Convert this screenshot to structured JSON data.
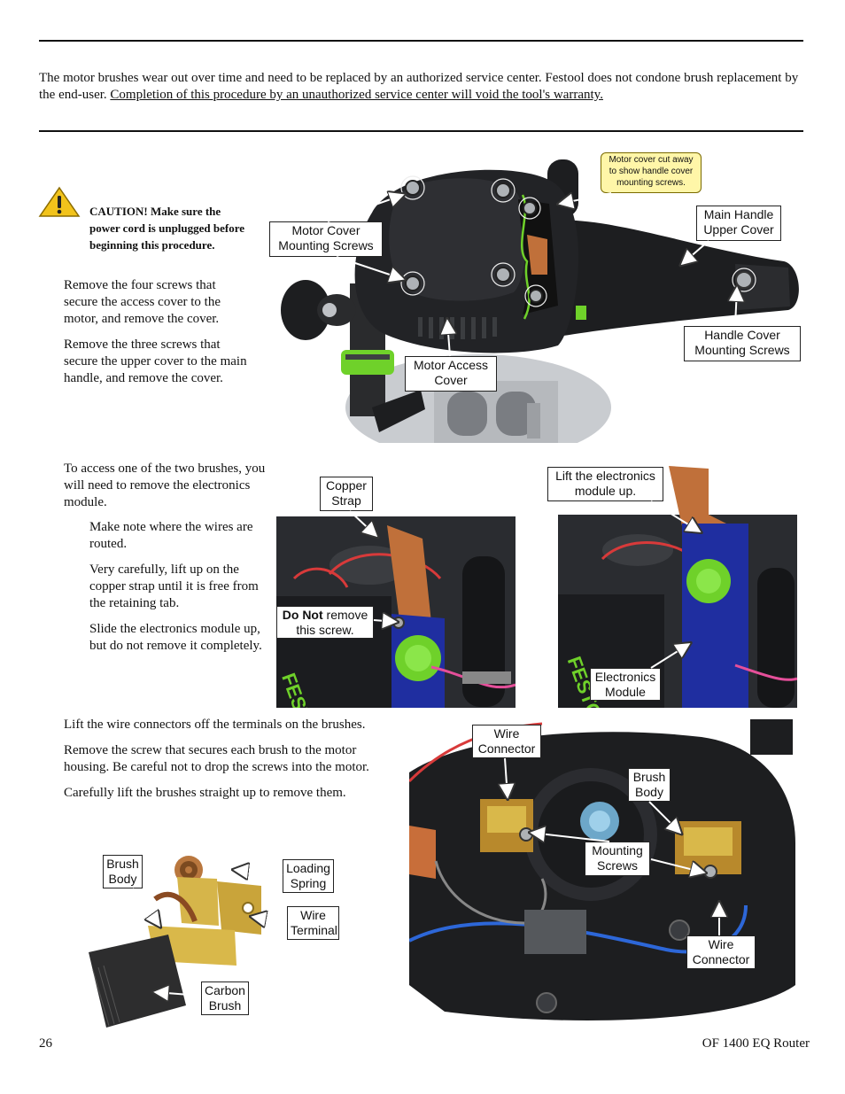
{
  "intro": {
    "sentence1": "The motor brushes wear out over time and need to be replaced by an authorized service center. Festool does not condone brush replacement by the end-user. ",
    "warranty": "Completion of this procedure by an unauthorized service center will void the tool's warranty."
  },
  "caution": "CAUTION! Make sure the power cord is unplugged before beginning this procedure.",
  "step1": {
    "p1": "Remove the four screws that secure the access cover to the motor, and remove the cover.",
    "p2": "Remove the three screws that secure the upper cover to the main handle, and remove the cover."
  },
  "step2": {
    "intro": "To access one of the two brushes, you will need to remove the electronics module.",
    "sub1": "Make note where the wires are routed.",
    "sub2": "Very carefully, lift up on the copper strap until it is free from the retaining tab.",
    "sub3": "Slide the electronics module up, but do not remove it completely."
  },
  "step3": {
    "p1": "Lift the wire connectors off the terminals on the brushes.",
    "p2": "Remove the screw that secures each brush to the motor housing. Be careful not to drop the screws into the motor.",
    "p3": "Carefully lift the brushes straight up to remove them."
  },
  "labels": {
    "motor_cover_cut": "Motor cover cut away to show handle cover mounting screws.",
    "main_handle_line1": "Main Handle",
    "main_handle_line2": "Upper Cover",
    "motor_cover_line1": "Motor Cover",
    "motor_cover_line2": "Mounting Screws",
    "handle_cover_line1": "Handle Cover",
    "handle_cover_line2": "Mounting Screws",
    "motor_access_line1": "Motor Access",
    "motor_access_line2": "Cover",
    "copper_line1": "Copper",
    "copper_line2": "Strap",
    "lift_line1": "Lift the electronics",
    "lift_line2": "module up.",
    "donot_bold": "Do Not",
    "donot_rest": " remove",
    "donot_line2": "this screw.",
    "electronics_line1": "Electronics",
    "electronics_line2": "Module",
    "wire_conn_line1": "Wire",
    "wire_conn_line2": "Connector",
    "brush_body_line1": "Brush",
    "brush_body_line2": "Body",
    "mounting_line1": "Mounting",
    "mounting_line2": "Screws",
    "wire_conn2_line1": "Wire",
    "wire_conn2_line2": "Connector",
    "bb2_line1": "Brush",
    "bb2_line2": "Body",
    "loading_line1": "Loading",
    "loading_line2": "Spring",
    "wire_term_line1": "Wire",
    "wire_term_line2": "Terminal",
    "carbon_line1": "Carbon",
    "carbon_line2": "Brush"
  },
  "footer": {
    "page": "26",
    "product": "OF 1400 EQ Router"
  },
  "colors": {
    "tool_black": "#1d1e20",
    "festool_green": "#6fd12a",
    "copper": "#c0703a",
    "brass": "#c9a43a",
    "pcb_blue": "#2436a8",
    "caution_yellow": "#f2c31b"
  }
}
